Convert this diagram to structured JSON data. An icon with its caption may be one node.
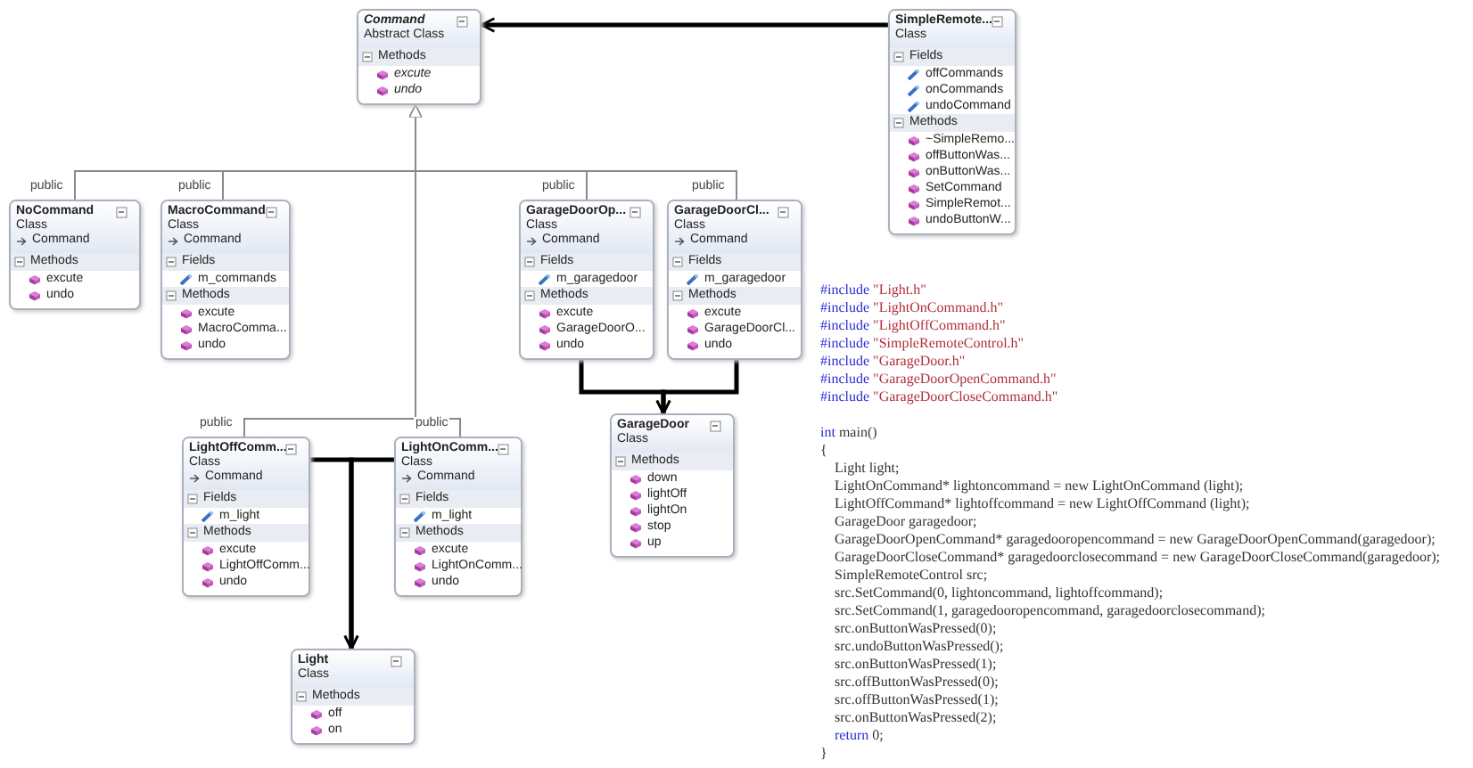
{
  "diagram": {
    "nodes": [
      {
        "text": [
          "Command",
          "Abstract Class",
          "Methods",
          "excute",
          "undo"
        ]
      },
      {
        "text": [
          "SimpleRemote...",
          "Class",
          "Fields",
          "offCommands",
          "onCommands",
          "undoCommand",
          "Methods",
          "~SimpleRemo...",
          "offButtonWas...",
          "onButtonWas...",
          "SetCommand",
          "SimpleRemot...",
          "undoButtonW..."
        ]
      },
      {
        "text": [
          "NoCommand",
          "Class",
          "Command",
          "Methods",
          "excute",
          "undo"
        ]
      },
      {
        "text": [
          "MacroCommand",
          "Class",
          "Command",
          "Fields",
          "m_commands",
          "Methods",
          "excute",
          "MacroComma...",
          "undo"
        ]
      },
      {
        "text": [
          "GarageDoorOp...",
          "Class",
          "Command",
          "Fields",
          "m_garagedoor",
          "Methods",
          "excute",
          "GarageDoorO...",
          "undo"
        ]
      },
      {
        "text": [
          "GarageDoorCl...",
          "Class",
          "Command",
          "Fields",
          "m_garagedoor",
          "Methods",
          "excute",
          "GarageDoorCl...",
          "undo"
        ]
      },
      {
        "text": [
          "GarageDoor",
          "Class",
          "Methods",
          "down",
          "lightOff",
          "lightOn",
          "stop",
          "up"
        ]
      },
      {
        "text": [
          "LightOffComm...",
          "Class",
          "Command",
          "Fields",
          "m_light",
          "Methods",
          "excute",
          "LightOffComm...",
          "undo"
        ]
      },
      {
        "text": [
          "LightOnComm...",
          "Class",
          "Command",
          "Fields",
          "m_light",
          "Methods",
          "excute",
          "LightOnComm...",
          "undo"
        ]
      },
      {
        "text": [
          "Light",
          "Class",
          "Methods",
          "off",
          "on"
        ]
      }
    ],
    "edges": [
      {
        "from": 2,
        "to": 0,
        "arrow": "to",
        "label": "public"
      },
      {
        "from": 3,
        "to": 0,
        "arrow": "to",
        "label": "public"
      },
      {
        "from": 4,
        "to": 0,
        "arrow": "to",
        "label": "public"
      },
      {
        "from": 5,
        "to": 0,
        "arrow": "to",
        "label": "public"
      },
      {
        "from": 7,
        "to": 0,
        "arrow": "to",
        "label": "public"
      },
      {
        "from": 8,
        "to": 0,
        "arrow": "to",
        "label": "public"
      },
      {
        "from": 1,
        "to": 0,
        "arrow": "to",
        "style": "thick",
        "color": "#000000"
      },
      {
        "from": 4,
        "to": 6,
        "arrow": "to",
        "style": "thick",
        "color": "#000000"
      },
      {
        "from": 5,
        "to": 6,
        "arrow": "to",
        "style": "thick",
        "color": "#000000"
      },
      {
        "from": 7,
        "to": 9,
        "arrow": "to",
        "style": "thick",
        "color": "#000000"
      },
      {
        "from": 8,
        "to": 9,
        "arrow": "to",
        "style": "thick",
        "color": "#000000"
      }
    ],
    "labels": [
      "#include \"Light.h\"",
      "#include \"LightOnCommand.h\"",
      "#include \"LightOffCommand.h\"",
      "#include \"SimpleRemoteControl.h\"",
      "#include \"GarageDoor.h\"",
      "#include \"GarageDoorOpenCommand.h\"",
      "#include \"GarageDoorCloseCommand.h\"",
      "int main()",
      "{",
      "Light light;",
      "LightOnCommand* lightoncommand = new LightOnCommand (light);",
      "LightOffCommand* lightoffcommand = new LightOffCommand (light);",
      "GarageDoor garagedoor;",
      "GarageDoorOpenCommand* garagedooropencommand = new GarageDoorOpenCommand(garagedoor);",
      "GarageDoorCloseCommand* garagedoorclosecommand = new GarageDoorCloseCommand(garagedoor);",
      "SimpleRemoteControl src;",
      "src.SetCommand(0, lightoncommand, lightoffcommand);",
      "src.SetCommand(1, garagedooropencommand, garagedoorclosecommand);",
      "src.onButtonWasPressed(0);",
      "src.undoButtonWasPressed();",
      "src.onButtonWasPressed(1);",
      "src.offButtonWasPressed(0);",
      "src.offButtonWasPressed(1);",
      "src.onButtonWasPressed(2);",
      "return 0;",
      "}"
    ]
  }
}
